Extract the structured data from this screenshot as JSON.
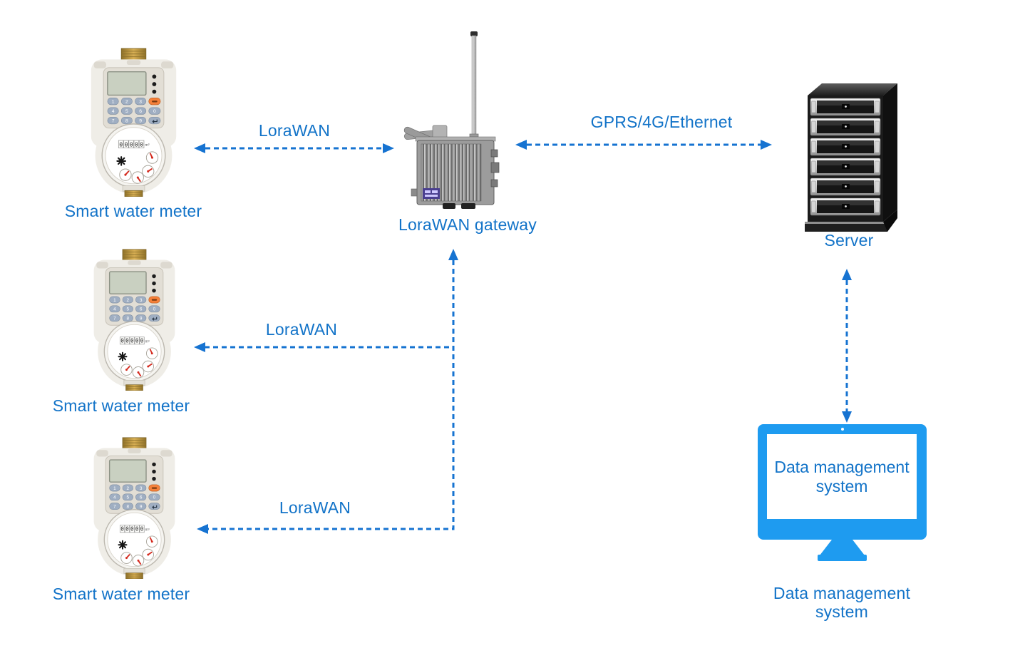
{
  "colors": {
    "label_blue": "#1273C8",
    "arrow_blue": "#1673D1",
    "monitor_blue": "#1E9BF0",
    "meter_body": "#EFEDE7",
    "brass": "#C9A23F",
    "orange_key": "#F5803A",
    "key_blue": "#9FAEC2",
    "gateway_gray": "#9C9C9C",
    "server_dark": "#1B1B1B"
  },
  "nodes": {
    "meter1": {
      "label": "Smart water meter"
    },
    "meter2": {
      "label": "Smart water meter"
    },
    "meter3": {
      "label": "Smart water meter"
    },
    "gateway": {
      "label": "LoraWAN gateway"
    },
    "server": {
      "label": "Server"
    },
    "dms": {
      "screen": {
        "line1": "Data management",
        "line2": "system"
      },
      "caption": {
        "line1": "Data management",
        "line2": "system"
      }
    }
  },
  "links": {
    "meter1_gateway": {
      "label": "LoraWAN"
    },
    "meter2_gateway": {
      "label": "LoraWAN"
    },
    "meter3_gateway": {
      "label": "LoraWAN"
    },
    "gateway_server": {
      "label": "GPRS/4G/Ethernet"
    }
  },
  "meter": {
    "odometer": "00000",
    "unit": "m³",
    "keys_row1": [
      "1",
      "2",
      "3"
    ],
    "keys_row2": [
      "4",
      "5",
      "6",
      "0"
    ],
    "keys_row3": [
      "7",
      "8",
      "9"
    ]
  }
}
